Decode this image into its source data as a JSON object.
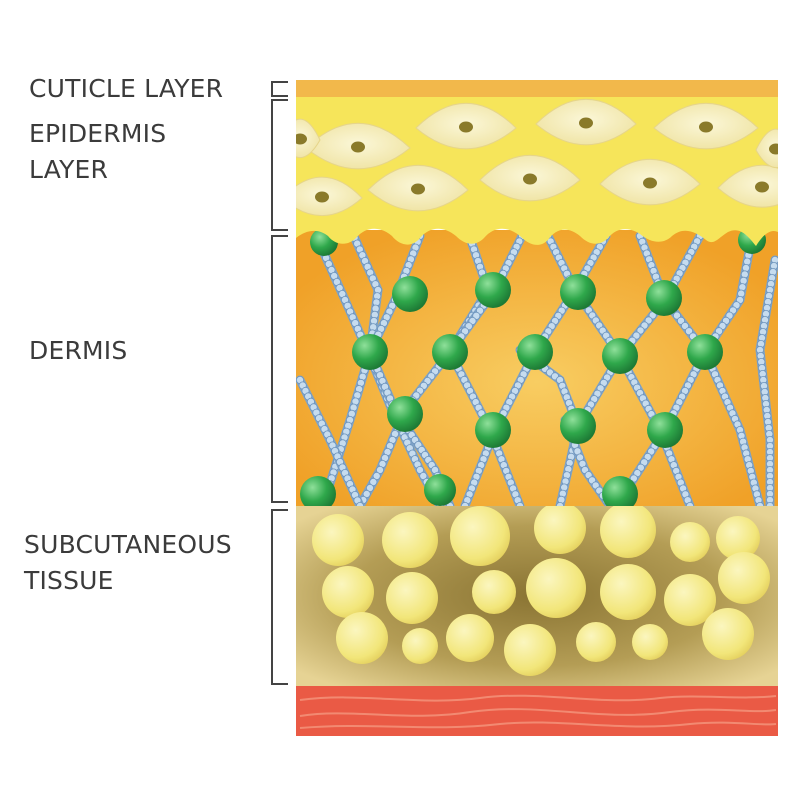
{
  "layers": [
    {
      "id": "cuticle",
      "lines": [
        "CUTICLE LAYER"
      ]
    },
    {
      "id": "epidermis",
      "lines": [
        "EPIDERMIS",
        "LAYER"
      ]
    },
    {
      "id": "dermis",
      "lines": [
        "DERMIS"
      ]
    },
    {
      "id": "subcutaneous",
      "lines": [
        "SUBCUTANEOUS",
        "TISSUE"
      ]
    }
  ],
  "colors": {
    "cuticle": "#f2b84b",
    "epidermis_bg": "#f6e55a",
    "cell": "#f6efc0",
    "nucleus": "#8a7a2a",
    "dermis_bg": "#f2a22a",
    "dermis_glow": "#f8c85a",
    "collagen": "#a9c6e0",
    "collagen_edge": "#6f95bd",
    "node": "#2fa34a",
    "fat_bg": "#d9c27a",
    "fat_shadow": "#6b5a2a",
    "fat_cell": "#f4eb86",
    "muscle": "#ea5a45",
    "bracket": "#444444",
    "label": "#3b3b3b"
  }
}
